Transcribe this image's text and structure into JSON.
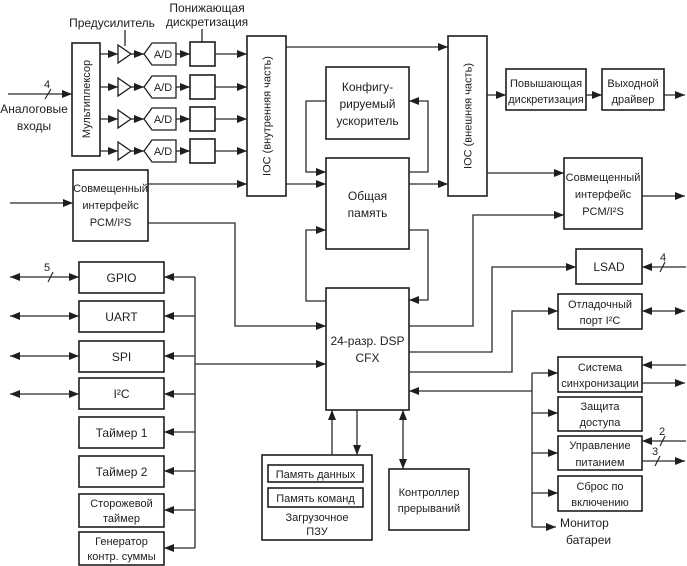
{
  "labels": {
    "preamp": "Предусилитель",
    "decimation": [
      "Понижающая",
      "дискретизация"
    ],
    "analog_inputs": [
      "Аналоговые",
      "входы"
    ],
    "analog_bus_width": "4",
    "gpio_bus_width": "5",
    "lsad_bus_width": "4",
    "power_in_width": "2",
    "power_out_width": "3"
  },
  "blocks": {
    "multiplexer": "Мультиплексор",
    "adc": [
      "A/D",
      "A/D",
      "A/D",
      "A/D"
    ],
    "ioc_inner": "IOC (внутренняя часть)",
    "ioc_outer": "IOC (внешняя часть)",
    "accelerator": [
      "Конфигу-",
      "рируемый",
      "ускоритель"
    ],
    "shared_memory": [
      "Общая",
      "память"
    ],
    "dsp": [
      "24-разр. DSP",
      "CFX"
    ],
    "upsampling": [
      "Повышающая",
      "дискретизация"
    ],
    "output_driver": [
      "Выходной",
      "драйвер"
    ],
    "pcm_i2s_in": [
      "Совмещенный",
      "интерфейс",
      "PCM/I²S"
    ],
    "pcm_i2s_out": [
      "Совмещенный",
      "интерфейс",
      "PCM/I²S"
    ],
    "gpio": "GPIO",
    "uart": "UART",
    "spi": "SPI",
    "i2c": "I²C",
    "timer1": "Таймер 1",
    "timer2": "Таймер 2",
    "watchdog": [
      "Сторожевой",
      "таймер"
    ],
    "checksum": [
      "Генератор",
      "контр. суммы"
    ],
    "boot_rom": {
      "data_memory": "Память данных",
      "program_memory": "Память команд",
      "label": [
        "Загрузочное",
        "ПЗУ"
      ]
    },
    "interrupt_controller": [
      "Контроллер",
      "прерываний"
    ],
    "lsad": "LSAD",
    "debug_i2c": [
      "Отладочный",
      "порт I²C"
    ],
    "sync": [
      "Система",
      "синхронизации"
    ],
    "access_protection": [
      "Защита",
      "доступа"
    ],
    "power_management": [
      "Управление",
      "питанием"
    ],
    "power_on_reset": [
      "Сброс по",
      "включению"
    ],
    "battery_monitor": [
      "Монитор",
      "батареи"
    ]
  },
  "connections": [
    {
      "from": "analog_inputs",
      "to": "multiplexer",
      "width": "4"
    },
    {
      "from": "multiplexer",
      "to": "preamp x4"
    },
    {
      "from": "preamp",
      "to": "adc"
    },
    {
      "from": "adc",
      "to": "decimation"
    },
    {
      "from": "decimation",
      "to": "ioc_inner"
    },
    {
      "from": "pcm_i2s_in",
      "to": "ioc_inner"
    },
    {
      "from": "pcm_i2s_in",
      "to": "dsp"
    },
    {
      "from": "ioc_inner",
      "to": "ioc_outer"
    },
    {
      "from": "ioc_inner",
      "to": "shared_memory"
    },
    {
      "from": "accelerator",
      "to": "shared_memory"
    },
    {
      "from": "shared_memory",
      "to": "accelerator"
    },
    {
      "from": "shared_memory",
      "to": "ioc_outer"
    },
    {
      "from": "dsp",
      "to": "shared_memory"
    },
    {
      "from": "shared_memory",
      "to": "dsp"
    },
    {
      "from": "ioc_outer",
      "to": "upsampling"
    },
    {
      "from": "upsampling",
      "to": "output_driver"
    },
    {
      "from": "ioc_outer",
      "to": "pcm_i2s_out"
    },
    {
      "from": "dsp",
      "to": "pcm_i2s_out"
    },
    {
      "from": "dsp",
      "to": "lsad"
    },
    {
      "from": "dsp",
      "to": "debug_i2c"
    },
    {
      "from": "peripheral_bus",
      "to": "dsp"
    },
    {
      "from": "system_bus",
      "to": "dsp"
    },
    {
      "from": "boot_rom",
      "to": "dsp"
    },
    {
      "from": "dsp",
      "to": "boot_rom"
    },
    {
      "from": "dsp",
      "to": "interrupt_controller",
      "bidirectional": true
    }
  ]
}
